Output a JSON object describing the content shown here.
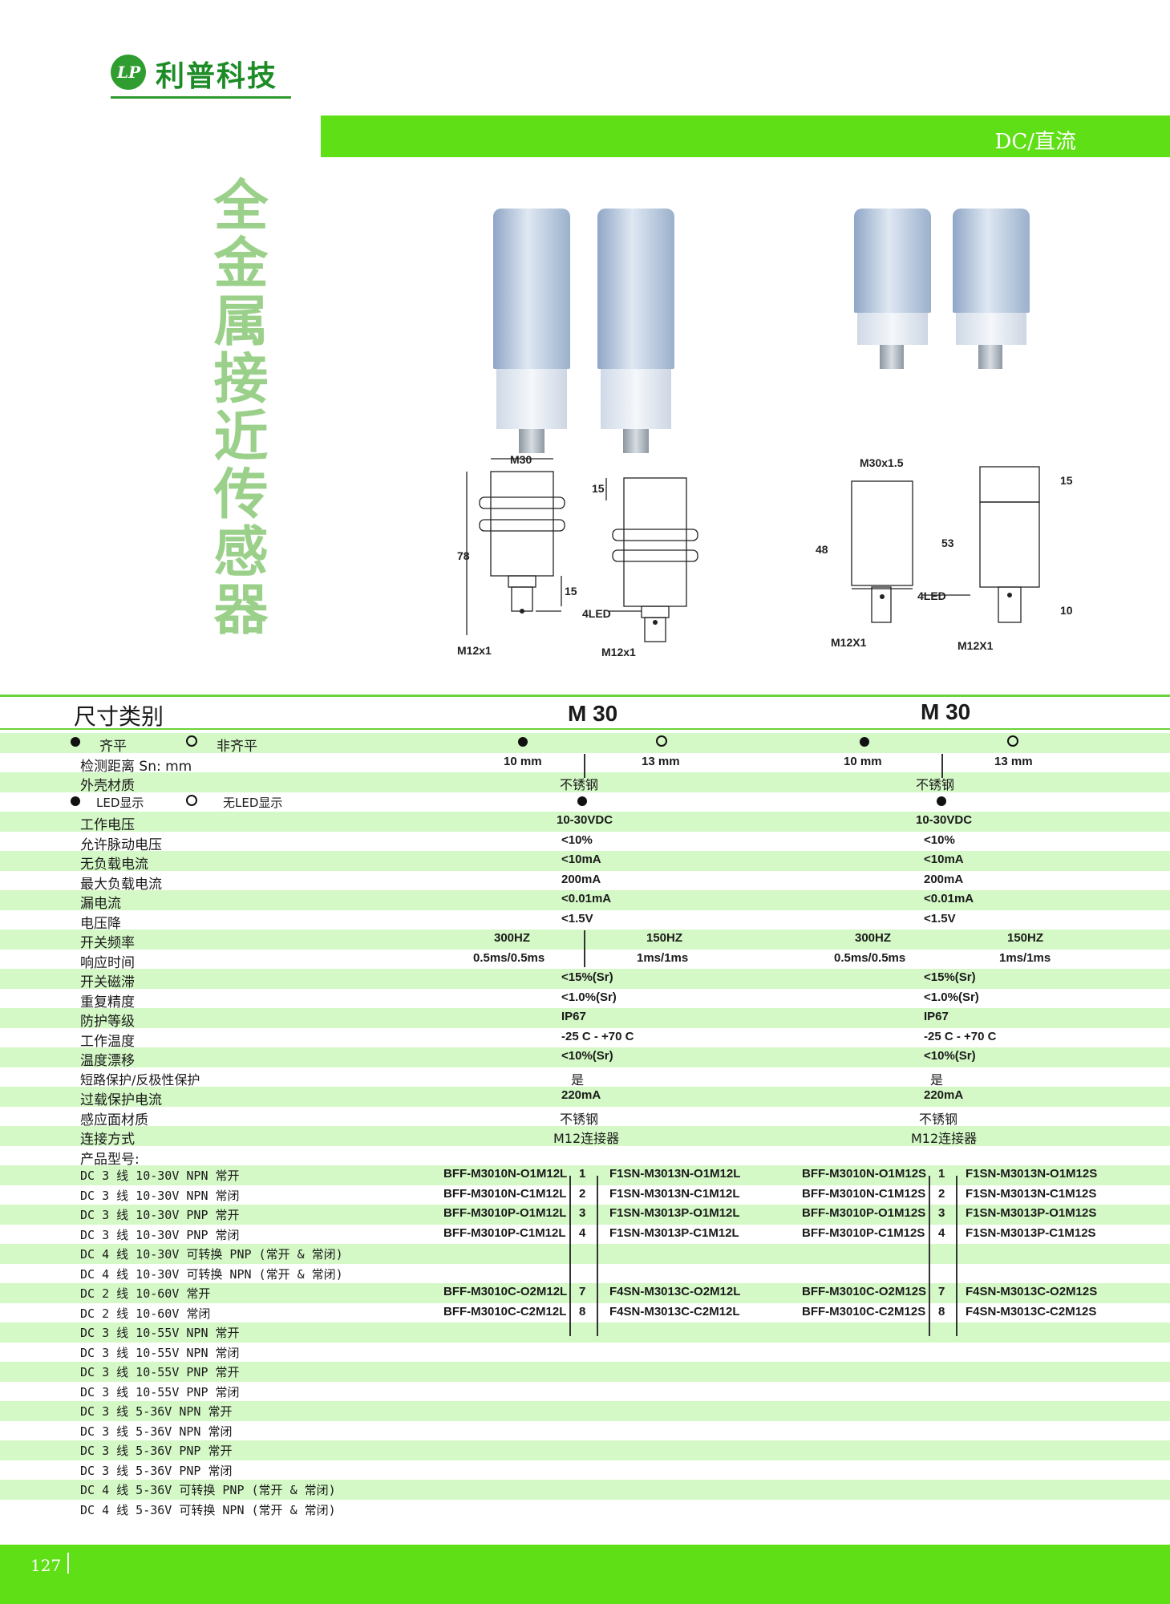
{
  "brand": {
    "name": "利普科技",
    "mark": "LP"
  },
  "header": {
    "category": "DC/直流"
  },
  "title": "全金属接近传感器",
  "drawings": {
    "left": {
      "m30": "M30",
      "d78": "78",
      "d15a": "15",
      "d15b": "15",
      "led": "4LED",
      "m12a": "M12x1",
      "m12b": "M12x1"
    },
    "right": {
      "m30": "M30x1.5",
      "d48": "48",
      "d53": "53",
      "d15": "15",
      "d10": "10",
      "led": "4LED",
      "m12a": "M12X1",
      "m12b": "M12X1"
    }
  },
  "size_header": {
    "label": "尺寸类别",
    "col_a": "M 30",
    "col_b": "M 30"
  },
  "specs": {
    "mount": {
      "label_a": "齐平",
      "label_b": "非齐平"
    },
    "distance": {
      "label": "检测距离  Sn: mm",
      "a1": "10 mm",
      "a2": "13 mm",
      "b1": "10 mm",
      "b2": "13 mm"
    },
    "housing": {
      "label": "外壳材质",
      "a": "不锈钢",
      "b": "不锈钢"
    },
    "led": {
      "label_a": "LED显示",
      "label_b": "无LED显示"
    },
    "voltage": {
      "label": "工作电压",
      "a": "10-30VDC",
      "b": "10-30VDC"
    },
    "ripple": {
      "label": "允许脉动电压",
      "a": "<10%",
      "b": "<10%"
    },
    "noload": {
      "label": "无负载电流",
      "a": "<10mA",
      "b": "<10mA"
    },
    "maxload": {
      "label": "最大负载电流",
      "a": "200mA",
      "b": "200mA"
    },
    "leak": {
      "label": "漏电流",
      "a": "<0.01mA",
      "b": "<0.01mA"
    },
    "vdrop": {
      "label": "电压降",
      "a": "<1.5V",
      "b": "<1.5V"
    },
    "freq": {
      "label": "开关频率",
      "a1": "300HZ",
      "a2": "150HZ",
      "b1": "300HZ",
      "b2": "150HZ"
    },
    "resp": {
      "label": "响应时间",
      "a1": "0.5ms/0.5ms",
      "a2": "1ms/1ms",
      "b1": "0.5ms/0.5ms",
      "b2": "1ms/1ms"
    },
    "hyst": {
      "label": "开关磁滞",
      "a": "<15%(Sr)",
      "b": "<15%(Sr)"
    },
    "repeat": {
      "label": "重复精度",
      "a": "<1.0%(Sr)",
      "b": "<1.0%(Sr)"
    },
    "ip": {
      "label": "防护等级",
      "a": "IP67",
      "b": "IP67"
    },
    "temp": {
      "label": "工作温度",
      "a": "-25  C - +70 C",
      "b": "-25  C - +70 C"
    },
    "drift": {
      "label": "温度漂移",
      "a": "<10%(Sr)",
      "b": "<10%(Sr)"
    },
    "short": {
      "label": "短路保护/反极性保护",
      "a": "是",
      "b": "是"
    },
    "overload": {
      "label": "过载保护电流",
      "a": "220mA",
      "b": "220mA"
    },
    "face": {
      "label": "感应面材质",
      "a": "不锈钢",
      "b": "不锈钢"
    },
    "conn": {
      "label": "连接方式",
      "a": "M12连接器",
      "b": "M12连接器"
    },
    "models_title": "产品型号:"
  },
  "models": [
    {
      "label": "DC 3 线 10-30V NPN 常开",
      "a1": "BFF-M3010N-O1M12L",
      "n1": "1",
      "a2": "F1SN-M3013N-O1M12L",
      "b1": "BFF-M3010N-O1M12S",
      "n2": "1",
      "b2": "F1SN-M3013N-O1M12S"
    },
    {
      "label": "DC 3 线 10-30V NPN 常闭",
      "a1": "BFF-M3010N-C1M12L",
      "n1": "2",
      "a2": "F1SN-M3013N-C1M12L",
      "b1": "BFF-M3010N-C1M12S",
      "n2": "2",
      "b2": "F1SN-M3013N-C1M12S"
    },
    {
      "label": "DC 3 线 10-30V PNP 常开",
      "a1": "BFF-M3010P-O1M12L",
      "n1": "3",
      "a2": "F1SN-M3013P-O1M12L",
      "b1": "BFF-M3010P-O1M12S",
      "n2": "3",
      "b2": "F1SN-M3013P-O1M12S"
    },
    {
      "label": "DC 3 线 10-30V PNP 常闭",
      "a1": "BFF-M3010P-C1M12L",
      "n1": "4",
      "a2": "F1SN-M3013P-C1M12L",
      "b1": "BFF-M3010P-C1M12S",
      "n2": "4",
      "b2": "F1SN-M3013P-C1M12S"
    },
    {
      "label": "DC 4 线 10-30V 可转换 PNP (常开 & 常闭)",
      "a1": "",
      "n1": "",
      "a2": "",
      "b1": "",
      "n2": "",
      "b2": ""
    },
    {
      "label": "DC 4 线 10-30V 可转换 NPN (常开 & 常闭)",
      "a1": "",
      "n1": "",
      "a2": "",
      "b1": "",
      "n2": "",
      "b2": ""
    },
    {
      "label": "DC 2 线 10-60V 常开",
      "a1": "BFF-M3010C-O2M12L",
      "n1": "7",
      "a2": "F4SN-M3013C-O2M12L",
      "b1": "BFF-M3010C-O2M12S",
      "n2": "7",
      "b2": "F4SN-M3013C-O2M12S"
    },
    {
      "label": "DC 2 线 10-60V 常闭",
      "a1": "BFF-M3010C-C2M12L",
      "n1": "8",
      "a2": "F4SN-M3013C-C2M12L",
      "b1": "BFF-M3010C-C2M12S",
      "n2": "8",
      "b2": "F4SN-M3013C-C2M12S"
    },
    {
      "label": "DC 3 线 10-55V NPN 常开"
    },
    {
      "label": "DC 3 线 10-55V NPN 常闭"
    },
    {
      "label": "DC 3 线 10-55V PNP 常开"
    },
    {
      "label": "DC 3 线 10-55V PNP 常闭"
    },
    {
      "label": "DC 3 线 5-36V  NPN 常开"
    },
    {
      "label": "DC 3 线 5-36V  NPN 常闭"
    },
    {
      "label": "DC 3 线 5-36V  PNP 常开"
    },
    {
      "label": "DC 3 线 5-36V  PNP 常闭"
    },
    {
      "label": "DC 4 线 5-36V 可转换 PNP (常开 & 常闭)"
    },
    {
      "label": "DC 4 线 5-36V 可转换 NPN (常开 & 常闭)"
    }
  ],
  "footer": {
    "page": "127"
  },
  "colors": {
    "accent": "#5fdf15",
    "row": "#d4f8c6",
    "brand": "#1d8c26"
  }
}
